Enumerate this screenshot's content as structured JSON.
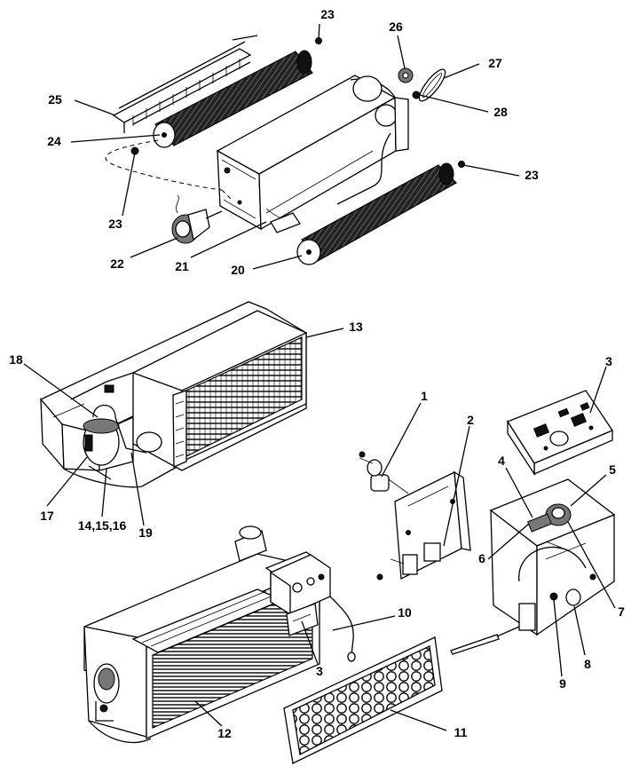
{
  "labels": {
    "l1": "1",
    "l2": "2",
    "l3a": "3",
    "l3b": "3",
    "l4": "4",
    "l5": "5",
    "l6": "6",
    "l7": "7",
    "l8": "8",
    "l9": "9",
    "l10": "10",
    "l11": "11",
    "l12": "12",
    "l13": "13",
    "l14": "14,15,16",
    "l17": "17",
    "l18": "18",
    "l19": "19",
    "l20": "20",
    "l21": "21",
    "l22": "22",
    "l23a": "23",
    "l23b": "23",
    "l23c": "23",
    "l24": "24",
    "l25": "25",
    "l26": "26",
    "l27": "27",
    "l28": "28"
  }
}
